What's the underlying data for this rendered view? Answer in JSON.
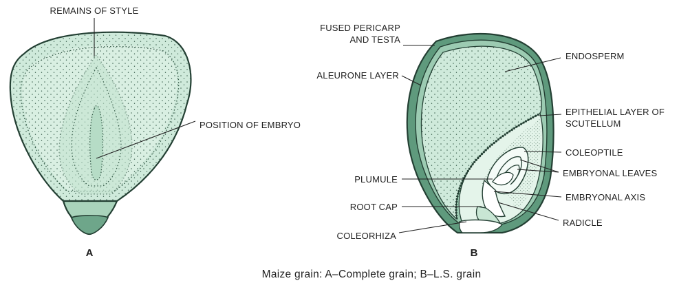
{
  "figure_a": {
    "labels": {
      "remains_of_style": "REMAINS OF STYLE",
      "position_of_embryo": "POSITION OF EMBRYO"
    },
    "tag": "A"
  },
  "figure_b": {
    "labels": {
      "fused_pericarp_line1": "FUSED PERICARP",
      "fused_pericarp_line2": "AND TESTA",
      "aleurone_layer": "ALEURONE LAYER",
      "plumule": "PLUMULE",
      "root_cap": "ROOT CAP",
      "coleorhiza": "COLEORHIZA",
      "endosperm": "ENDOSPERM",
      "epithelial_line1": "EPITHELIAL LAYER OF",
      "epithelial_line2": "SCUTELLUM",
      "coleoptile": "COLEOPTILE",
      "embryonal_leaves": "EMBRYONAL LEAVES",
      "embryonal_axis": "EMBRYONAL AXIS",
      "radicle": "RADICLE"
    },
    "tag": "B"
  },
  "caption": "Maize grain: A–Complete grain; B–L.S. grain",
  "colors": {
    "grain_fill": "#cfeadb",
    "grain_light": "#e6f5ec",
    "pericarp": "#5f9a7d",
    "outline": "#233f33",
    "stipple": "#355a48"
  }
}
